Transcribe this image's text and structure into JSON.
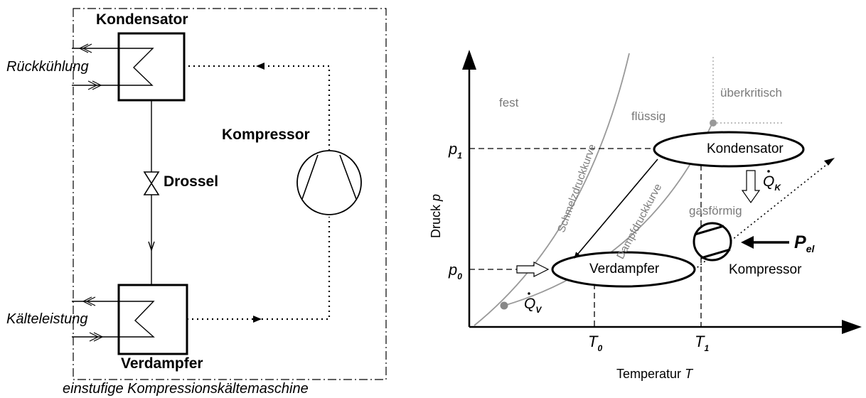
{
  "left": {
    "condenser": "Kondensator",
    "cooling_return": "Rückkühlung",
    "compressor": "Kompressor",
    "throttle": "Drossel",
    "cooling_capacity": "Kälteleistung",
    "evaporator": "Verdampfer",
    "caption": "einstufige Kompressionskältemaschine"
  },
  "right": {
    "y_axis_label": "Druck",
    "y_axis_symbol": "p",
    "x_axis_label": "Temperatur",
    "x_axis_symbol": "T",
    "region_solid": "fest",
    "region_liquid": "flüssig",
    "region_supercritical": "überkritisch",
    "region_gas": "gasförmig",
    "curve_melting": "Schmelzdruckkurve",
    "curve_vapor": "Dampfdruckkurve",
    "condenser": "Kondensator",
    "evaporator": "Verdampfer",
    "compressor": "Kompressor",
    "p1_symbol": "p",
    "p1_sub": "1",
    "p0_symbol": "p",
    "p0_sub": "0",
    "T0_symbol": "T",
    "T0_sub": "0",
    "T1_symbol": "T",
    "T1_sub": "1",
    "qk_symbol": "Q",
    "qk_sub": "K",
    "qv_symbol": "Q",
    "qv_sub": "V",
    "pel_symbol": "P",
    "pel_sub": "el"
  }
}
